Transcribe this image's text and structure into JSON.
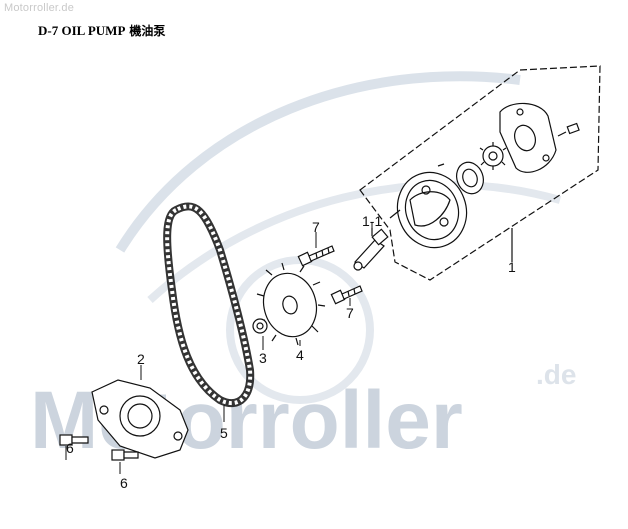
{
  "watermark": {
    "top_text": "Motorroller.de",
    "big_text": "Motorroller",
    "suffix_text": ".de"
  },
  "header": {
    "title": "D-7 OIL PUMP",
    "title_zh": "機油泵"
  },
  "callouts": {
    "c1": "1",
    "c1_1": "1-1",
    "c2": "2",
    "c3": "3",
    "c4": "4",
    "c5": "5",
    "c6a": "6",
    "c6b": "6",
    "c7a": "7",
    "c7b": "7"
  },
  "colors": {
    "line": "#111111",
    "watermark": "#ccd4de"
  }
}
